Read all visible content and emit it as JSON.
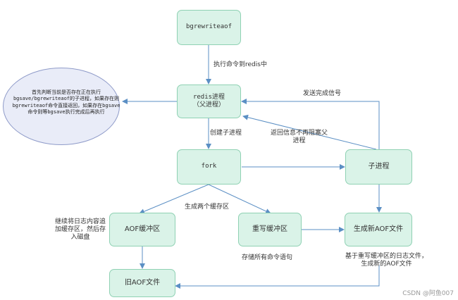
{
  "nodes": {
    "bgrewriteaof": "bgrewriteaof",
    "redis_process": "redis进程\n（父进程）",
    "fork": "fork",
    "child_process": "子进程",
    "aof_buffer": "AOF缓冲区",
    "rewrite_buffer": "重写缓冲区",
    "new_aof": "生成新AOF文件",
    "old_aof": "旧AOF文件"
  },
  "labels": {
    "exec_cmd": "执行命令到redis中",
    "send_signal": "发送完成信号",
    "create_child": "创建子进程",
    "return_info": "返回信息不再阻塞父\n进程",
    "gen_buffers": "生成两个缓存区",
    "continue_write": "继续将日志内容追\n加缓存区，然后存\n入磁盘",
    "store_all": "存储所有命令语句",
    "based_on": "基于重写缓冲区的日志文件，\n生成新的AOF文件"
  },
  "ellipse_note": "首先判断当前是否存在正在执行\nbgsave/bgrewriteaof的子进程，如果存在则\nbgrewriteaof命令直接返回，如果存在bgsave\n命令则等bgsave执行完成后再执行",
  "watermark": "CSDN @阿鱼007",
  "colors": {
    "node_fill": "#daf3e8",
    "node_border": "#8fd1b3",
    "arrow": "#5b8fc4",
    "ellipse_fill": "#e9ecf8",
    "ellipse_border": "#8f9bc9"
  }
}
